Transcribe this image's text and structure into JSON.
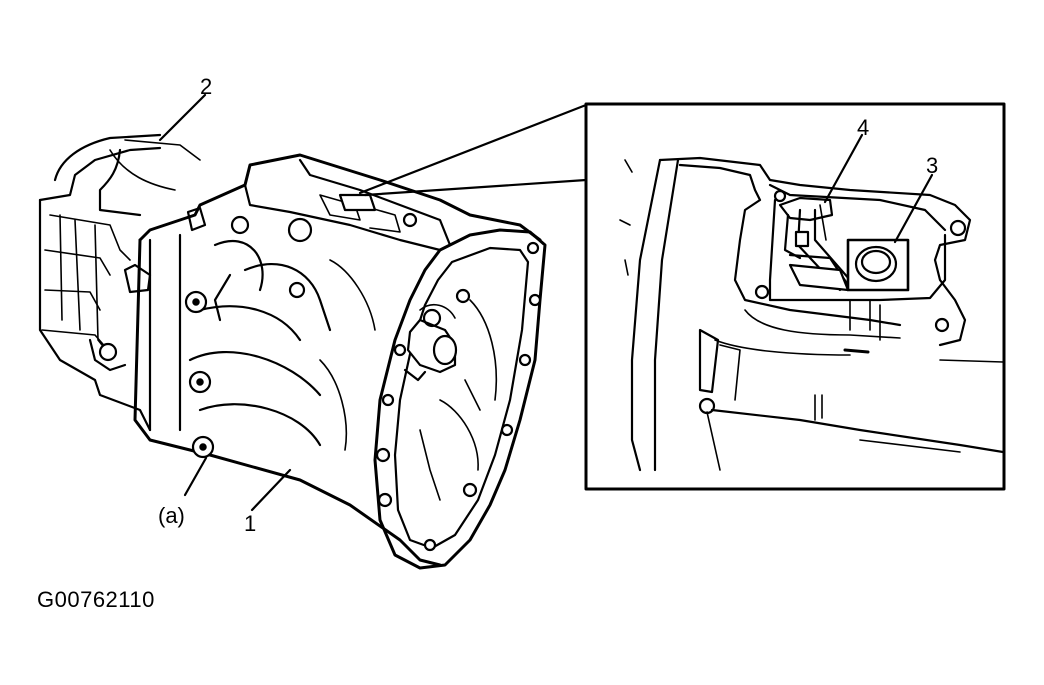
{
  "callouts": {
    "c1": "1",
    "c2": "2",
    "c3": "3",
    "c4": "4",
    "ca": "(a)"
  },
  "figure_id": "G00762110",
  "colors": {
    "line": "#000000",
    "background": "#ffffff"
  }
}
